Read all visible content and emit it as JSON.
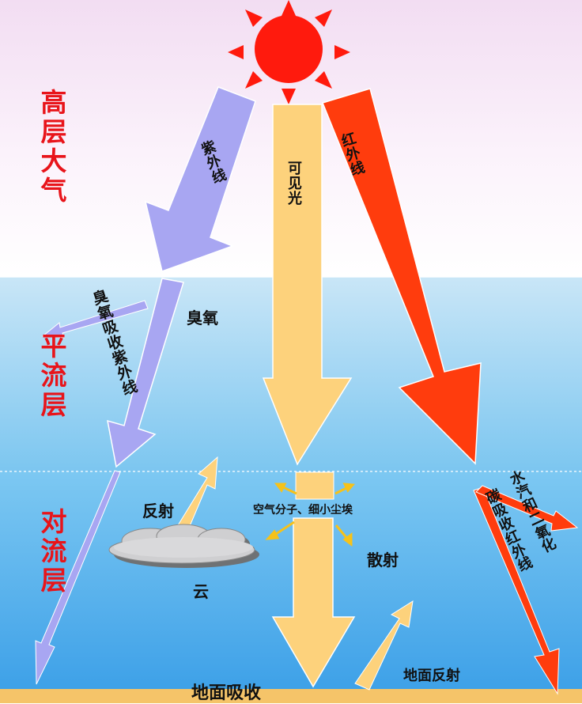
{
  "layers": {
    "upper": "高层大气",
    "strat": "平流层",
    "tropo": "对流层"
  },
  "rays": {
    "uv": "紫外线",
    "visible": "可见光",
    "ir": "红外线"
  },
  "labels": {
    "ozone": "臭氧",
    "ozone_absorb": "臭氧吸收紫外线",
    "reflect": "反射",
    "cloud": "云",
    "scatter_source": "空气分子、细小尘埃",
    "scatter": "散射",
    "ground_reflect": "地面反射",
    "ground_absorb": "地面吸收",
    "ir_absorb": "水汽和二氧化碳吸收红外线"
  },
  "colors": {
    "sun": "#ff1a0d",
    "uv": "#a8a6f2",
    "visible": "#fdd27c",
    "infrared": "#ff3c0d",
    "label_red": "#e8141a",
    "ground": "#f5c469"
  }
}
